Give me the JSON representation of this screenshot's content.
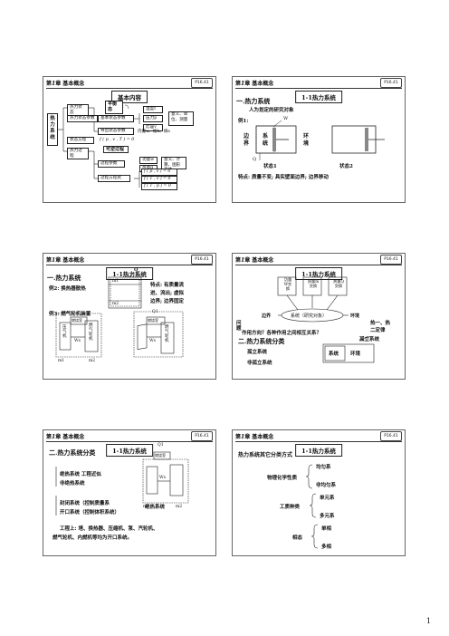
{
  "chapter": {
    "num": "第",
    "one": "1",
    "rest": "章 基本概念",
    "logo": "P16.41"
  },
  "s1": {
    "banner": "基本内容",
    "root": "热力系统",
    "n_sys": "热力状态",
    "n_eq": "平衡态",
    "n_basic": "基本状态参数",
    "n_basic_items": [
      "温度t",
      "压力p",
      "比容v"
    ],
    "n_basic_side": "意义、单位、测量",
    "n_state_param": "热力状态参数",
    "n_derived": "导出状态参数",
    "n_derived_sub": "内能u、焓h、熵s",
    "n_state_eq": "状态方程",
    "n_state_eq_f": "f ( p , v , T ) = 0",
    "n_proc": "热力过程",
    "n_rev": "可逆过程",
    "n_proc_param": "过程参数",
    "n_proc_items": [
      "功量w",
      "热量q"
    ],
    "n_proc_side": "意义、计算、图形表达",
    "n_proc_eq": "过程方程式",
    "n_proc_eqs": [
      "f ( p , v ) = 0",
      "f ( T , v ) = 0",
      "f ( T , p ) = 0"
    ]
  },
  "s2": {
    "banner": "1-1热力系统",
    "title": "一.热力系统",
    "sub": "人为划定的研究对象",
    "eg": "例1:",
    "bound": [
      "边",
      "界"
    ],
    "sys": [
      "系",
      "统"
    ],
    "env": [
      "环",
      "境"
    ],
    "w": "W",
    "q": "Q",
    "st1": "状态1",
    "st2": "状态2",
    "feat": "特点: 质量不变; 具实壁面边界; 边界移动"
  },
  "s3": {
    "banner": "1-1热力系统",
    "title": "一.热力系统",
    "eg2": "例2: 换热器散热",
    "m1": "m1",
    "m2": "m2",
    "q": "Q",
    "feat": [
      "特点: 有质量流",
      "进、流出; 虚拟",
      "边界; 边界固定"
    ],
    "eg3": "例3: 燃气轮机装置",
    "comb": "燃烧室",
    "comp": [
      "压",
      "气",
      "机"
    ],
    "turb": [
      "燃",
      "气",
      "轮",
      "机"
    ],
    "ws": "Ws",
    "m_in": "m1",
    "m_out": "m2",
    "q1": "Q1"
  },
  "s4": {
    "banner": "1-1热力系统",
    "top": [
      [
        "功量",
        "W交",
        "换"
      ],
      [
        "质量m",
        "交换"
      ],
      [
        "热量Q",
        "交换"
      ]
    ],
    "bound": "边界",
    "sys": "系统（研究对象）",
    "env": "环境",
    "q_label": [
      "问",
      "题"
    ],
    "question": "作用方向？各种作用之间相互关系？",
    "answer": [
      "热一、热",
      "二定律"
    ],
    "cls_title": "二.热力系统分类",
    "iso": "孤立系统",
    "noniso": "孤立系统",
    "noniso2": "非孤立系统",
    "box_sys": "系统",
    "box_env": "环境"
  },
  "s5": {
    "banner": "1-1热力系统",
    "title": "二.热力系统分类",
    "l1": "绝热系统 工程近似",
    "l2": "非绝热系统",
    "l3": "封闭系统（控制质量系",
    "l4": "开口系统（控制体积系统）",
    "adi": "绝热系统",
    "l5": "工程上: 塔、换热器、压缩机、泵、汽轮机、",
    "l6": "燃气轮机、内燃机等均为开口系统。",
    "comb": "燃烧室",
    "q1": "Q1",
    "m1": "m1",
    "m2": "m2",
    "ws": "Ws"
  },
  "s6": {
    "banner": "1-1热力系统",
    "title": "热力系统其它分类方式",
    "g1": "物理化学性质",
    "g1_items": [
      "均匀系",
      "非均匀系"
    ],
    "g2": "工质种类",
    "g2_items": [
      "单元系",
      "多元系"
    ],
    "g3": "相态",
    "g3_items": [
      "单相",
      "多相"
    ]
  },
  "page": "1"
}
